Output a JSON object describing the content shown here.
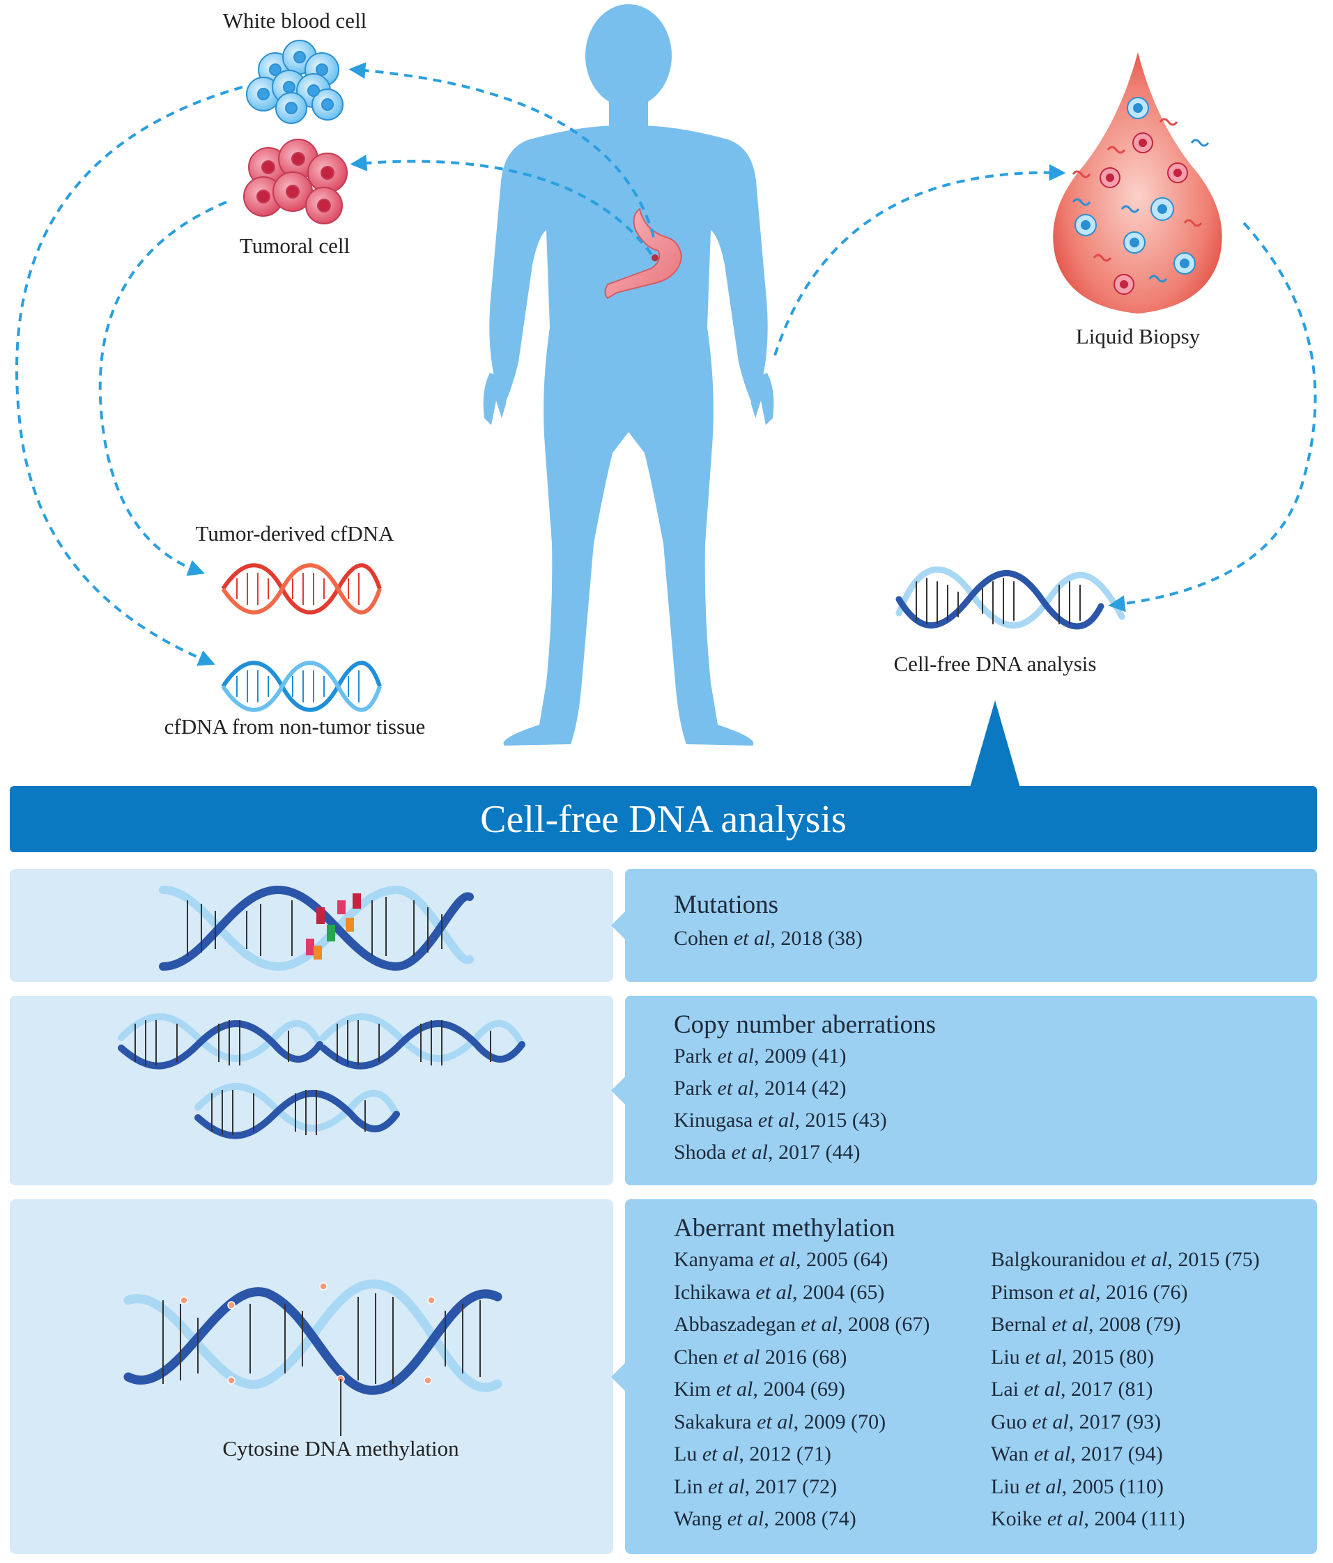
{
  "top_labels": {
    "white_blood_cell": "White blood cell",
    "tumoral_cell": "Tumoral cell",
    "tumor_derived": "Tumor-derived cfDNA",
    "non_tumor": "cfDNA from non-tumor tissue",
    "liquid_biopsy": "Liquid Biopsy",
    "cfdna_analysis": "Cell-free DNA analysis"
  },
  "banner": {
    "title": "Cell-free DNA analysis"
  },
  "colors": {
    "banner": "#0b78c2",
    "panel_left": "#d6eaf8",
    "panel_right": "#9bd0f2",
    "body": "#78bfee",
    "arrow": "#2a9fe0"
  },
  "sections": [
    {
      "title": "Mutations",
      "refs": [
        {
          "author": "Cohen",
          "rest": ", 2018 (38)"
        }
      ]
    },
    {
      "title": "Copy number aberrations",
      "refs": [
        {
          "author": "Park",
          "rest": ", 2009 (41)"
        },
        {
          "author": "Park",
          "rest": ", 2014 (42)"
        },
        {
          "author": "Kinugasa",
          "rest": ", 2015 (43)"
        },
        {
          "author": "Shoda",
          "rest": ", 2017 (44)"
        }
      ]
    },
    {
      "title": "Aberrant methylation",
      "image_caption": "Cytosine DNA methylation",
      "refs_left": [
        {
          "author": "Kanyama",
          "rest": ", 2005 (64)"
        },
        {
          "author": "Ichikawa",
          "rest": ", 2004 (65)"
        },
        {
          "author": "Abbaszadegan",
          "rest": ", 2008 (67)"
        },
        {
          "author": "Chen",
          "rest": " 2016 (68)"
        },
        {
          "author": "Kim",
          "rest": ", 2004 (69)"
        },
        {
          "author": "Sakakura",
          "rest": ", 2009 (70)"
        },
        {
          "author": "Lu",
          "rest": ", 2012 (71)"
        },
        {
          "author": "Lin",
          "rest": ", 2017 (72)"
        },
        {
          "author": "Wang",
          "rest": ", 2008 (74)"
        }
      ],
      "refs_right": [
        {
          "author": "Balgkouranidou",
          "rest": ", 2015 (75)"
        },
        {
          "author": "Pimson",
          "rest": ", 2016 (76)"
        },
        {
          "author": "Bernal",
          "rest": ", 2008 (79)"
        },
        {
          "author": "Liu",
          "rest": ", 2015 (80)"
        },
        {
          "author": "Lai",
          "rest": ", 2017 (81)"
        },
        {
          "author": "Guo",
          "rest": ", 2017 (93)"
        },
        {
          "author": "Wan",
          "rest": ", 2017 (94)"
        },
        {
          "author": "Liu",
          "rest": ", 2005 (110)"
        },
        {
          "author": "Koike",
          "rest": ", 2004 (111)"
        }
      ]
    }
  ],
  "etal": "et al"
}
